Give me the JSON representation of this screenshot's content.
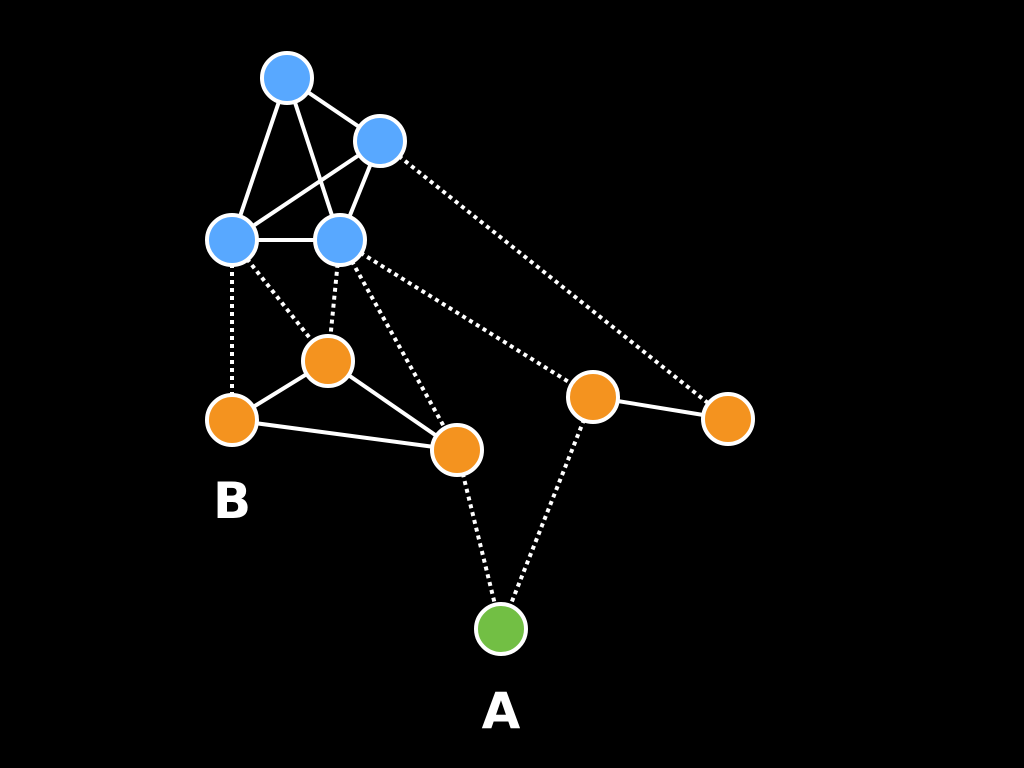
{
  "colors": {
    "background": "#000000",
    "stroke": "#ffffff",
    "blue": "#58a8ff",
    "orange": "#f4931f",
    "green": "#72bf44"
  },
  "nodes": [
    {
      "id": "b1",
      "group": "blue"
    },
    {
      "id": "b2",
      "group": "blue"
    },
    {
      "id": "b3",
      "group": "blue"
    },
    {
      "id": "b4",
      "group": "blue"
    },
    {
      "id": "o1",
      "group": "orange"
    },
    {
      "id": "o2",
      "group": "orange"
    },
    {
      "id": "o3",
      "group": "orange"
    },
    {
      "id": "o4",
      "group": "orange"
    },
    {
      "id": "o5",
      "group": "orange"
    },
    {
      "id": "g1",
      "group": "green"
    }
  ],
  "edges": [
    {
      "from": "b1",
      "to": "b2",
      "style": "solid"
    },
    {
      "from": "b1",
      "to": "b3",
      "style": "solid"
    },
    {
      "from": "b1",
      "to": "b4",
      "style": "solid"
    },
    {
      "from": "b2",
      "to": "b3",
      "style": "solid"
    },
    {
      "from": "b2",
      "to": "b4",
      "style": "solid"
    },
    {
      "from": "b3",
      "to": "b4",
      "style": "solid"
    },
    {
      "from": "o1",
      "to": "o2",
      "style": "solid"
    },
    {
      "from": "o1",
      "to": "o3",
      "style": "solid"
    },
    {
      "from": "o2",
      "to": "o3",
      "style": "solid"
    },
    {
      "from": "o4",
      "to": "o5",
      "style": "solid"
    },
    {
      "from": "b3",
      "to": "o2",
      "style": "dotted"
    },
    {
      "from": "b3",
      "to": "o1",
      "style": "dotted"
    },
    {
      "from": "b4",
      "to": "o1",
      "style": "dotted"
    },
    {
      "from": "b4",
      "to": "o3",
      "style": "dotted"
    },
    {
      "from": "b4",
      "to": "o4",
      "style": "dotted"
    },
    {
      "from": "b2",
      "to": "o5",
      "style": "dotted"
    },
    {
      "from": "o3",
      "to": "g1",
      "style": "dotted"
    },
    {
      "from": "o4",
      "to": "g1",
      "style": "dotted"
    }
  ],
  "labels": {
    "b": "B",
    "a": "A"
  }
}
